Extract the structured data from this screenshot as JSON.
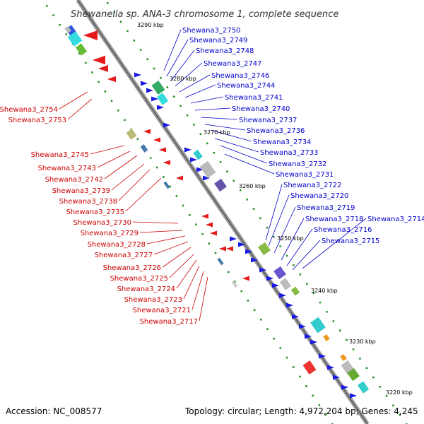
{
  "title": "Shewanella sp. ANA-3 chromosome 1, complete sequence",
  "accession": "Accession: NC_008577",
  "topology": "Topology: circular; Length: 4,972,204 bp; Genes: 4,245",
  "colors": {
    "forward_label": "#0000cc",
    "reverse_label": "#cc0000",
    "forward_gene": "#1a1ae6",
    "reverse_gene": "#e61a1a",
    "backbone": "#808080",
    "tick_dots": "#228b22"
  },
  "kbp_ticks": [
    "3290 kbp",
    "3280 kbp",
    "3270 kbp",
    "3260 kbp",
    "3250 kbp",
    "3240 kbp",
    "3230 kbp",
    "3220 kbp"
  ],
  "forward_labels": [
    "Shewana3_2750",
    "Shewana3_2749",
    "Shewana3_2748",
    "Shewana3_2747",
    "Shewana3_2746",
    "Shewana3_2744",
    "Shewana3_2741",
    "Shewana3_2740",
    "Shewana3_2737",
    "Shewana3_2736",
    "Shewana3_2734",
    "Shewana3_2733",
    "Shewana3_2732",
    "Shewana3_2731",
    "Shewana3_2722",
    "Shewana3_2720",
    "Shewana3_2719",
    "Shewana3_2718",
    "Shewana3_2714",
    "Shewana3_2716",
    "Shewana3_2715"
  ],
  "reverse_labels": [
    "Shewana3_2754",
    "Shewana3_2753",
    "Shewana3_2745",
    "Shewana3_2743",
    "Shewana3_2742",
    "Shewana3_2739",
    "Shewana3_2738",
    "Shewana3_2735",
    "Shewana3_2730",
    "Shewana3_2729",
    "Shewana3_2728",
    "Shewana3_2727",
    "Shewana3_2726",
    "Shewana3_2725",
    "Shewana3_2724",
    "Shewana3_2723",
    "Shewana3_2721",
    "Shewana3_2717"
  ]
}
